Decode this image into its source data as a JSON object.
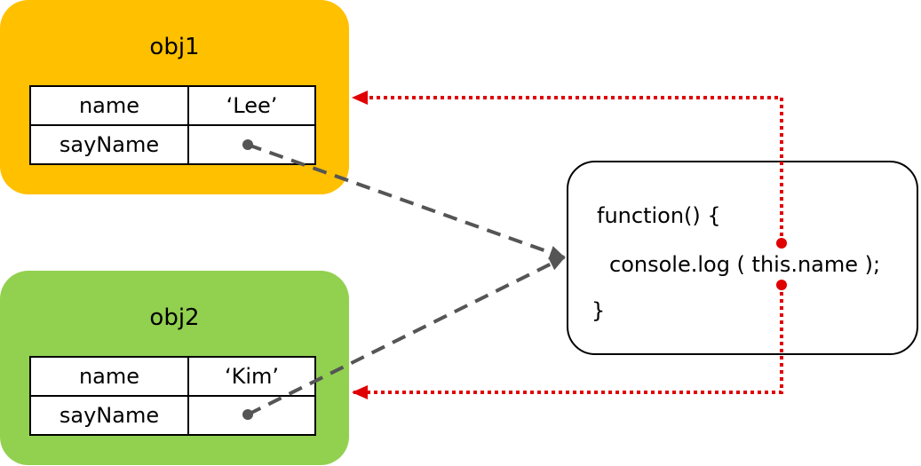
{
  "obj1": {
    "title": "obj1",
    "rows": [
      {
        "key": "name",
        "value": "‘Lee’"
      },
      {
        "key": "sayName",
        "value": ""
      }
    ]
  },
  "obj2": {
    "title": "obj2",
    "rows": [
      {
        "key": "name",
        "value": "‘Kim’"
      },
      {
        "key": "sayName",
        "value": ""
      }
    ]
  },
  "function": {
    "lines": [
      "function() {",
      "console.log ( this.name );",
      "}"
    ]
  },
  "colors": {
    "obj1_fill": "#ffc000",
    "obj2_fill": "#92d050",
    "reference_arrow": "#555555",
    "this_arrow": "#e00000"
  }
}
